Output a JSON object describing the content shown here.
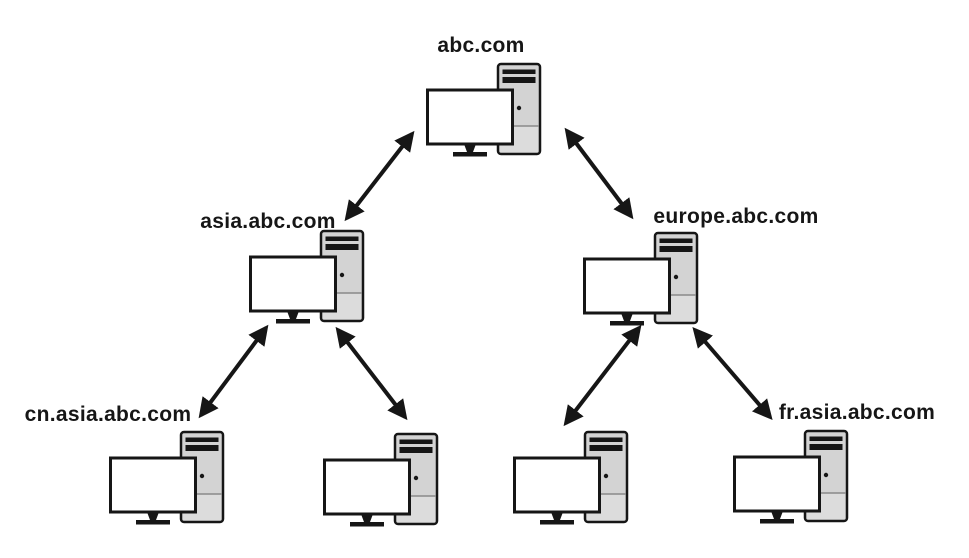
{
  "diagram": {
    "type": "hierarchy",
    "description": "DNS domain namespace hierarchy of servers connected by bidirectional arrows",
    "nodes": [
      {
        "id": "root",
        "label": "abc.com",
        "level": 0,
        "icon": "desktop-computer-icon"
      },
      {
        "id": "asia",
        "label": "asia.abc.com",
        "level": 1,
        "icon": "desktop-computer-icon"
      },
      {
        "id": "europe",
        "label": "europe.abc.com",
        "level": 1,
        "icon": "desktop-computer-icon"
      },
      {
        "id": "cn",
        "label": "cn.asia.abc.com",
        "level": 2,
        "icon": "desktop-computer-icon"
      },
      {
        "id": "unlabeled-left",
        "label": "",
        "level": 2,
        "icon": "desktop-computer-icon"
      },
      {
        "id": "unlabeled-right",
        "label": "",
        "level": 2,
        "icon": "desktop-computer-icon"
      },
      {
        "id": "fr",
        "label": "fr.asia.abc.com",
        "level": 2,
        "icon": "desktop-computer-icon"
      }
    ],
    "edges": [
      {
        "from": "abc.com",
        "to": "asia.abc.com",
        "bidirectional": true
      },
      {
        "from": "abc.com",
        "to": "europe.abc.com",
        "bidirectional": true
      },
      {
        "from": "asia.abc.com",
        "to": "cn.asia.abc.com",
        "bidirectional": true
      },
      {
        "from": "asia.abc.com",
        "to": "unlabeled-left",
        "bidirectional": true
      },
      {
        "from": "europe.abc.com",
        "to": "unlabeled-right",
        "bidirectional": true
      },
      {
        "from": "europe.abc.com",
        "to": "fr.asia.abc.com",
        "bidirectional": true
      }
    ],
    "colors": {
      "background": "#ffffff",
      "arrow": "#161616",
      "text": "#161616",
      "tower_fill": "#d3d3d3",
      "tower_lower_fill": "#dcdcdc",
      "monitor_fill": "#ffffff",
      "outline": "#161616"
    }
  }
}
